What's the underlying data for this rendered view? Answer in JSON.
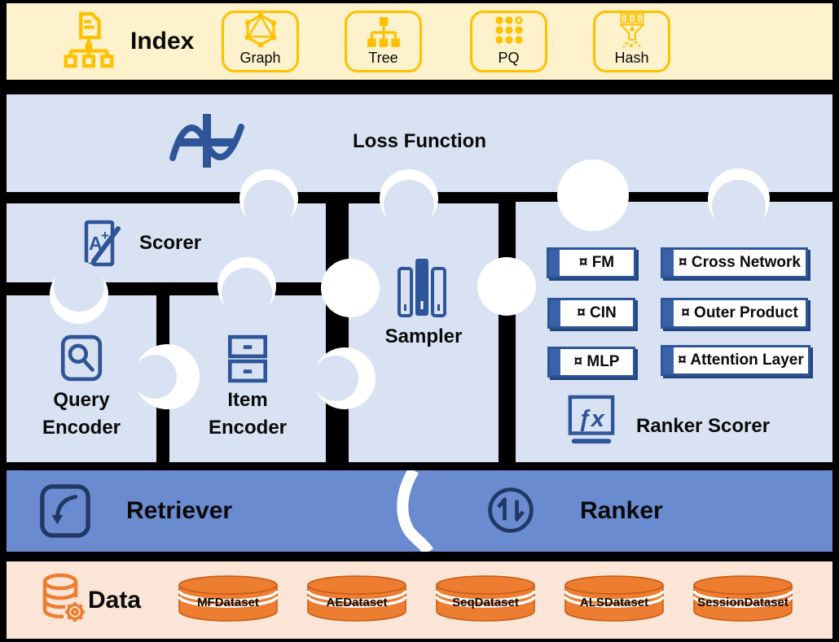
{
  "colors": {
    "yellow": "#FFC000",
    "cream": "#FDF2CC",
    "lightblue": "#D9E2F3",
    "darkblue": "#2E5597",
    "navy": "#1F3864",
    "barblue": "#6B8BD1",
    "orange": "#ED7D31",
    "orangedark": "#C55A11",
    "peach": "#FBE5D6",
    "ink": "#0A0A0A"
  },
  "index_band": {
    "title": "Index",
    "icon": "index-icon",
    "items": [
      {
        "label": "Graph",
        "icon": "graph-icon"
      },
      {
        "label": "Tree",
        "icon": "tree-icon"
      },
      {
        "label": "PQ",
        "icon": "pq-icon"
      },
      {
        "label": "Hash",
        "icon": "hash-icon"
      }
    ]
  },
  "loss_band": {
    "label": "Loss Function",
    "icon": "loss-function-icon"
  },
  "scorer": {
    "label": "Scorer",
    "icon": "scorer-icon"
  },
  "query_encoder": {
    "label_line1": "Query",
    "label_line2": "Encoder",
    "icon": "magnifier-icon"
  },
  "item_encoder": {
    "label_line1": "Item",
    "label_line2": "Encoder",
    "icon": "stacked-boxes-icon"
  },
  "sampler": {
    "label": "Sampler",
    "icon": "books-icon"
  },
  "ranker_panel": {
    "buttons": [
      {
        "label": "¤ FM"
      },
      {
        "label": "¤ Cross Network"
      },
      {
        "label": "¤ CIN"
      },
      {
        "label": "¤ Outer Product"
      },
      {
        "label": "¤ MLP"
      },
      {
        "label": "¤ Attention Layer"
      }
    ],
    "ranker_scorer_label": "Ranker Scorer",
    "ranker_scorer_icon": "fx-icon"
  },
  "pipeline_bar": {
    "retriever_label": "Retriever",
    "retriever_icon": "curved-arrow-icon",
    "ranker_label": "Ranker",
    "ranker_icon": "sort-arrows-icon"
  },
  "data_band": {
    "title": "Data",
    "icon": "database-gear-icon",
    "datasets": [
      {
        "label": "MFDataset"
      },
      {
        "label": "AEDataset"
      },
      {
        "label": "SeqDataset"
      },
      {
        "label": "ALSDataset"
      },
      {
        "label": "SessionDataset"
      }
    ]
  }
}
